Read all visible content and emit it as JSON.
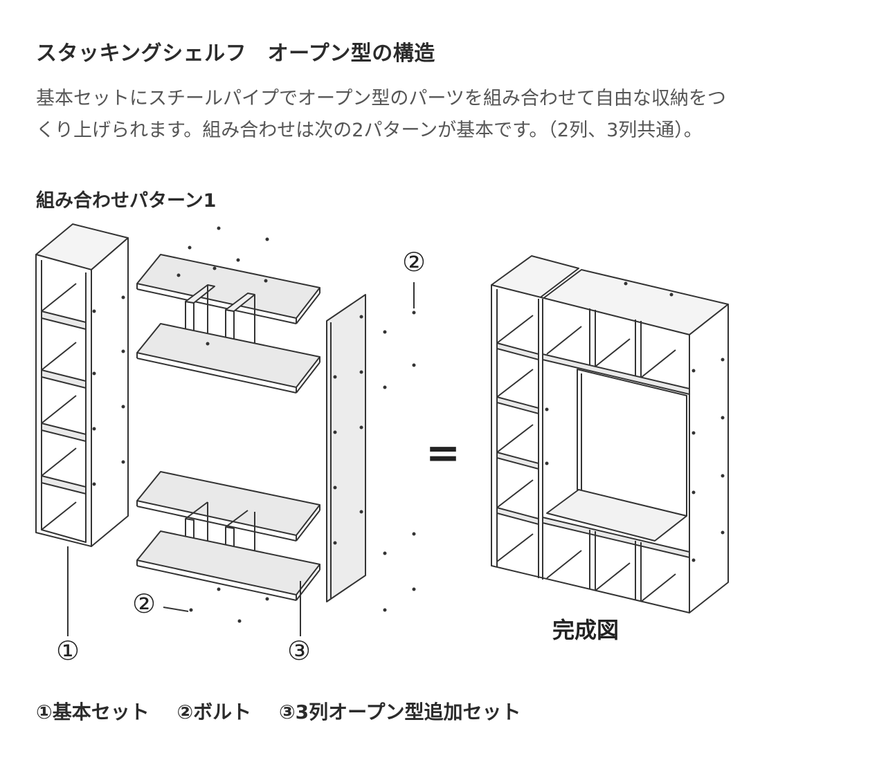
{
  "title": "スタッキングシェルフ　オープン型の構造",
  "description": {
    "line1": "基本セットにスチールパイプでオープン型のパーツを組み合わせて自由な収納をつ",
    "line2": "くり上げられます。組み合わせは次の2パターンが基本です。（2列、3列共通）。"
  },
  "pattern_title": "組み合わせパターン1",
  "diagram": {
    "equals_sign": "=",
    "label_1": "①",
    "label_2": "②",
    "label_3": "③",
    "completed_label": "完成図"
  },
  "legend": {
    "item1": "①基本セット",
    "item2": "②ボルト",
    "item3": "③3列オープン型追加セット"
  }
}
